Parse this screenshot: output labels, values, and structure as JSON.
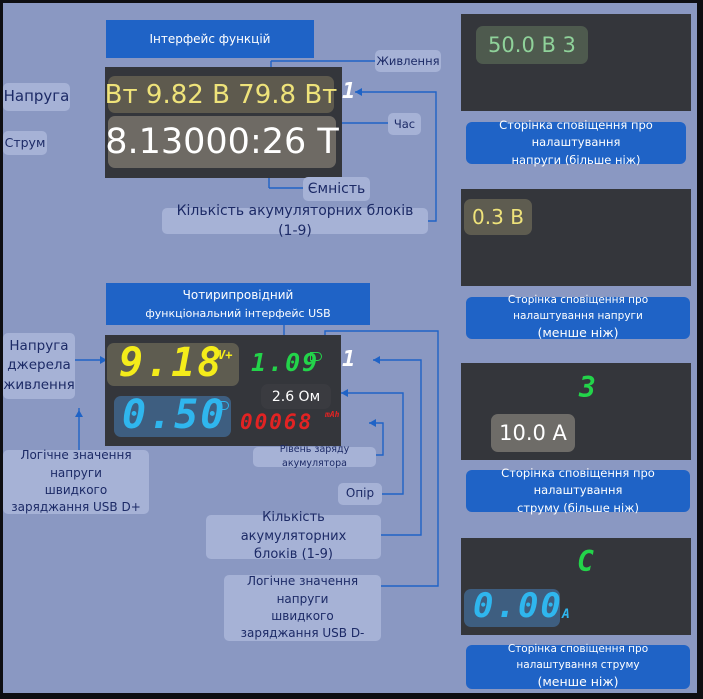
{
  "colors": {
    "accent": "#1f63c6",
    "background": "#8a98c2",
    "label_bg": "#a6b2d6",
    "screen": "#34363b",
    "line": "#1f63c6"
  },
  "interface1": {
    "title": "Інтерфейс функцій",
    "display": {
      "line1": "Вт 9.82 В 79.8 Вт",
      "line2": "8.13000:26 Т",
      "battery_count": "1"
    },
    "labels": {
      "voltage": "Напруга",
      "current": "Струм",
      "power": "Живлення",
      "time": "Час",
      "capacity": "Ємність",
      "battery_blocks": "Кількість акумуляторних блоків (1-9)"
    }
  },
  "interface2": {
    "title_line1": "Чотирипровідний",
    "title_line2": "функціональний інтерфейс USB",
    "display": {
      "voltage": "9.18",
      "voltage_unit": "V+",
      "current": "1.09",
      "battery_count": "1",
      "resistance_popup": "2.6 Ом",
      "dplus": "0.50",
      "charge": "00068",
      "charge_unit": "mAh"
    },
    "labels": {
      "supply_voltage_line1": "Напруга",
      "supply_voltage_line2": "джерела",
      "supply_voltage_line3": "живлення",
      "dplus_line1": "Логічне значення напруги",
      "dplus_line2": "швидкого",
      "dplus_line3": "заряджання USB D+",
      "charge_level": "Рівень заряду акумулятора",
      "resistance": "Опір",
      "battery_blocks_line1": "Кількість акумуляторних",
      "battery_blocks_line2": "блоків (1-9)",
      "dminus_line1": "Логічне значення напруги",
      "dminus_line2": "швидкого",
      "dminus_line3": "заряджання USB D-"
    }
  },
  "alerts": [
    {
      "display": "50.0 В 3",
      "caption_line1": "Сторінка сповіщення про налаштування",
      "caption_line2": "напруги (більше ніж)"
    },
    {
      "display": "0.3 В",
      "caption_line1": "Сторінка сповіщення про налаштування напруги",
      "caption_line2": "(менше ніж)"
    },
    {
      "display_digit": "3",
      "display": "10.0 А",
      "caption_line1": "Сторінка сповіщення про налаштування",
      "caption_line2": "струму (більше ніж)"
    },
    {
      "display_digit": "C",
      "display": "0.00",
      "display_unit": "A",
      "caption_line1": "Сторінка сповіщення про налаштування струму",
      "caption_line2": "(менше ніж)"
    }
  ]
}
